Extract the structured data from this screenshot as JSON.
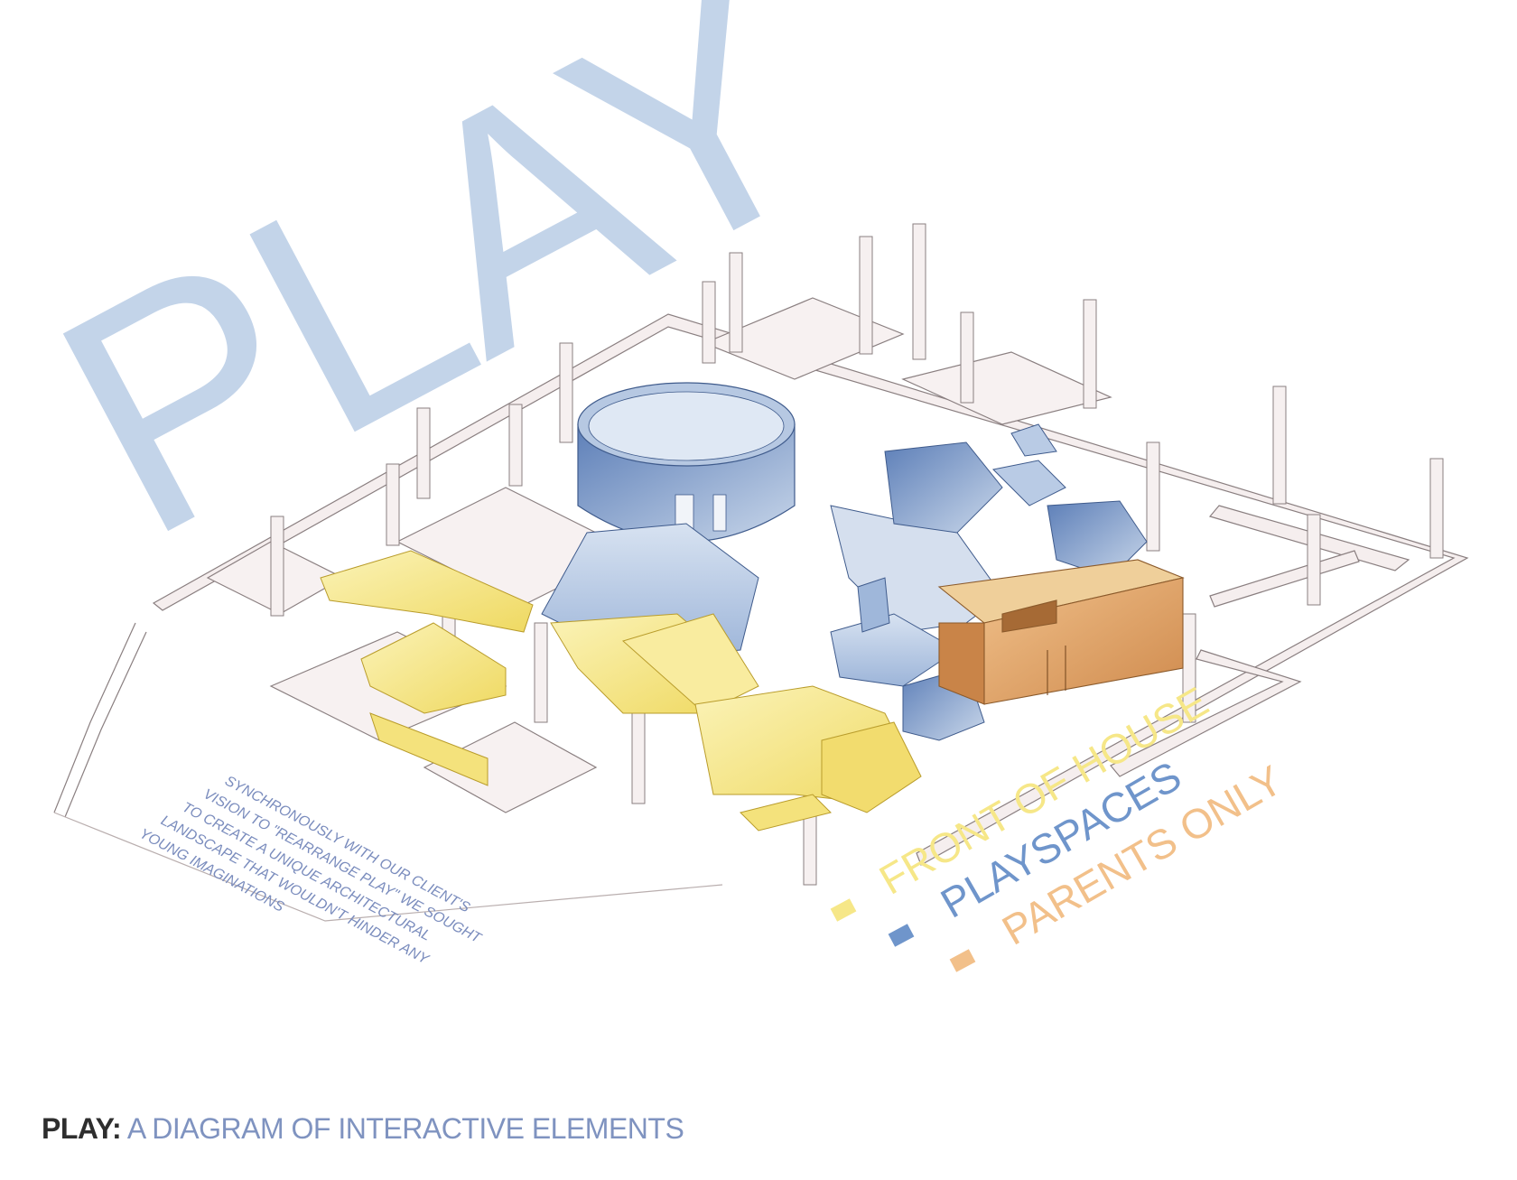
{
  "diagram": {
    "big_title": "PLAY",
    "description_lines": [
      "SYNCHRONOUSLY WITH OUR CLIENT'S",
      "VISION TO \"REARRANGE PLAY\" WE SOUGHT",
      "TO CREATE A UNIQUE ARCHITECTURAL",
      "LANDSCAPE THAT WOULDN'T HINDER ANY",
      "YOUNG IMAGINATIONS"
    ],
    "legend": [
      {
        "label": "FRONT OF HOUSE",
        "color": "#f6e788"
      },
      {
        "label": "PLAYSPACES",
        "color": "#6f95cb"
      },
      {
        "label": "PARENTS ONLY",
        "color": "#f2c08a"
      }
    ]
  },
  "caption": {
    "bold": "PLAY:",
    "rest": " A DIAGRAM OF INTERACTIVE ELEMENTS"
  },
  "colors": {
    "title_blue": "#c3d4e9",
    "front_of_house": "#f6e788",
    "playspaces": "#6f95cb",
    "parents_only": "#f2c08a",
    "walls": "#f3ecec",
    "wall_stroke": "#8a7f80"
  }
}
